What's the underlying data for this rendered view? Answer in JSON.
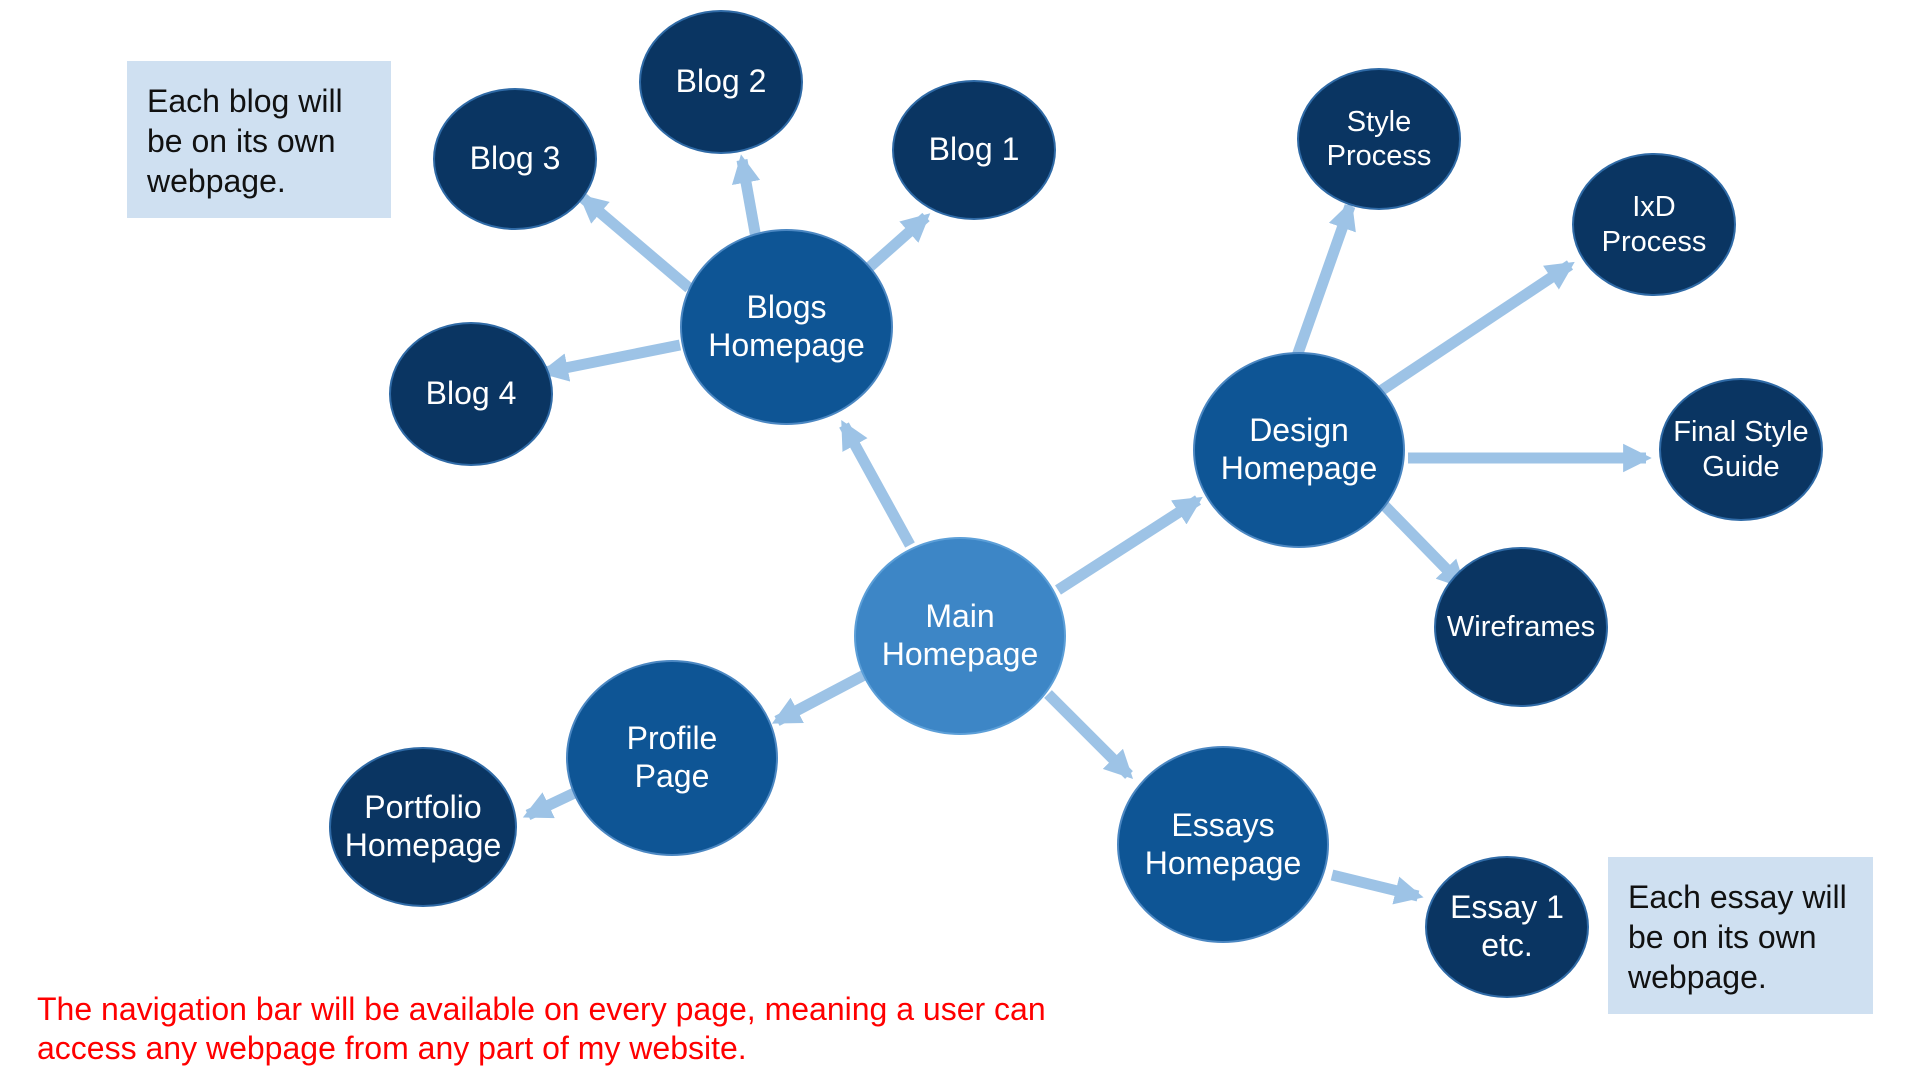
{
  "nodes": {
    "main": [
      "Main",
      "Homepage"
    ],
    "blogs": [
      "Blogs",
      "Homepage"
    ],
    "design": [
      "Design",
      "Homepage"
    ],
    "profile": [
      "Profile",
      "Page"
    ],
    "essays": [
      "Essays",
      "Homepage"
    ],
    "blog1": [
      "Blog 1"
    ],
    "blog2": [
      "Blog 2"
    ],
    "blog3": [
      "Blog 3"
    ],
    "blog4": [
      "Blog 4"
    ],
    "style_process": [
      "Style",
      "Process"
    ],
    "ixd_process": [
      "IxD",
      "Process"
    ],
    "final_style_guide": [
      "Final Style",
      "Guide"
    ],
    "wireframes": [
      "Wireframes"
    ],
    "portfolio": [
      "Portfolio",
      "Homepage"
    ],
    "essay1": [
      "Essay 1",
      "etc."
    ]
  },
  "notes": {
    "blog_note": [
      "Each blog will",
      "be on its own",
      "webpage."
    ],
    "essay_note": [
      "Each essay will",
      "be on its own",
      "webpage."
    ]
  },
  "footer_lines": [
    "The navigation bar will be available on every page, meaning a user can",
    "access any webpage from any part of my website."
  ],
  "colors": {
    "main_node": "#3d86c6",
    "hub_node": "#0e5595",
    "leaf_node": "#0a3562",
    "arrow": "#9dc3e6",
    "note_fill": "#cfe0f1",
    "footer_text": "#ff0000"
  }
}
